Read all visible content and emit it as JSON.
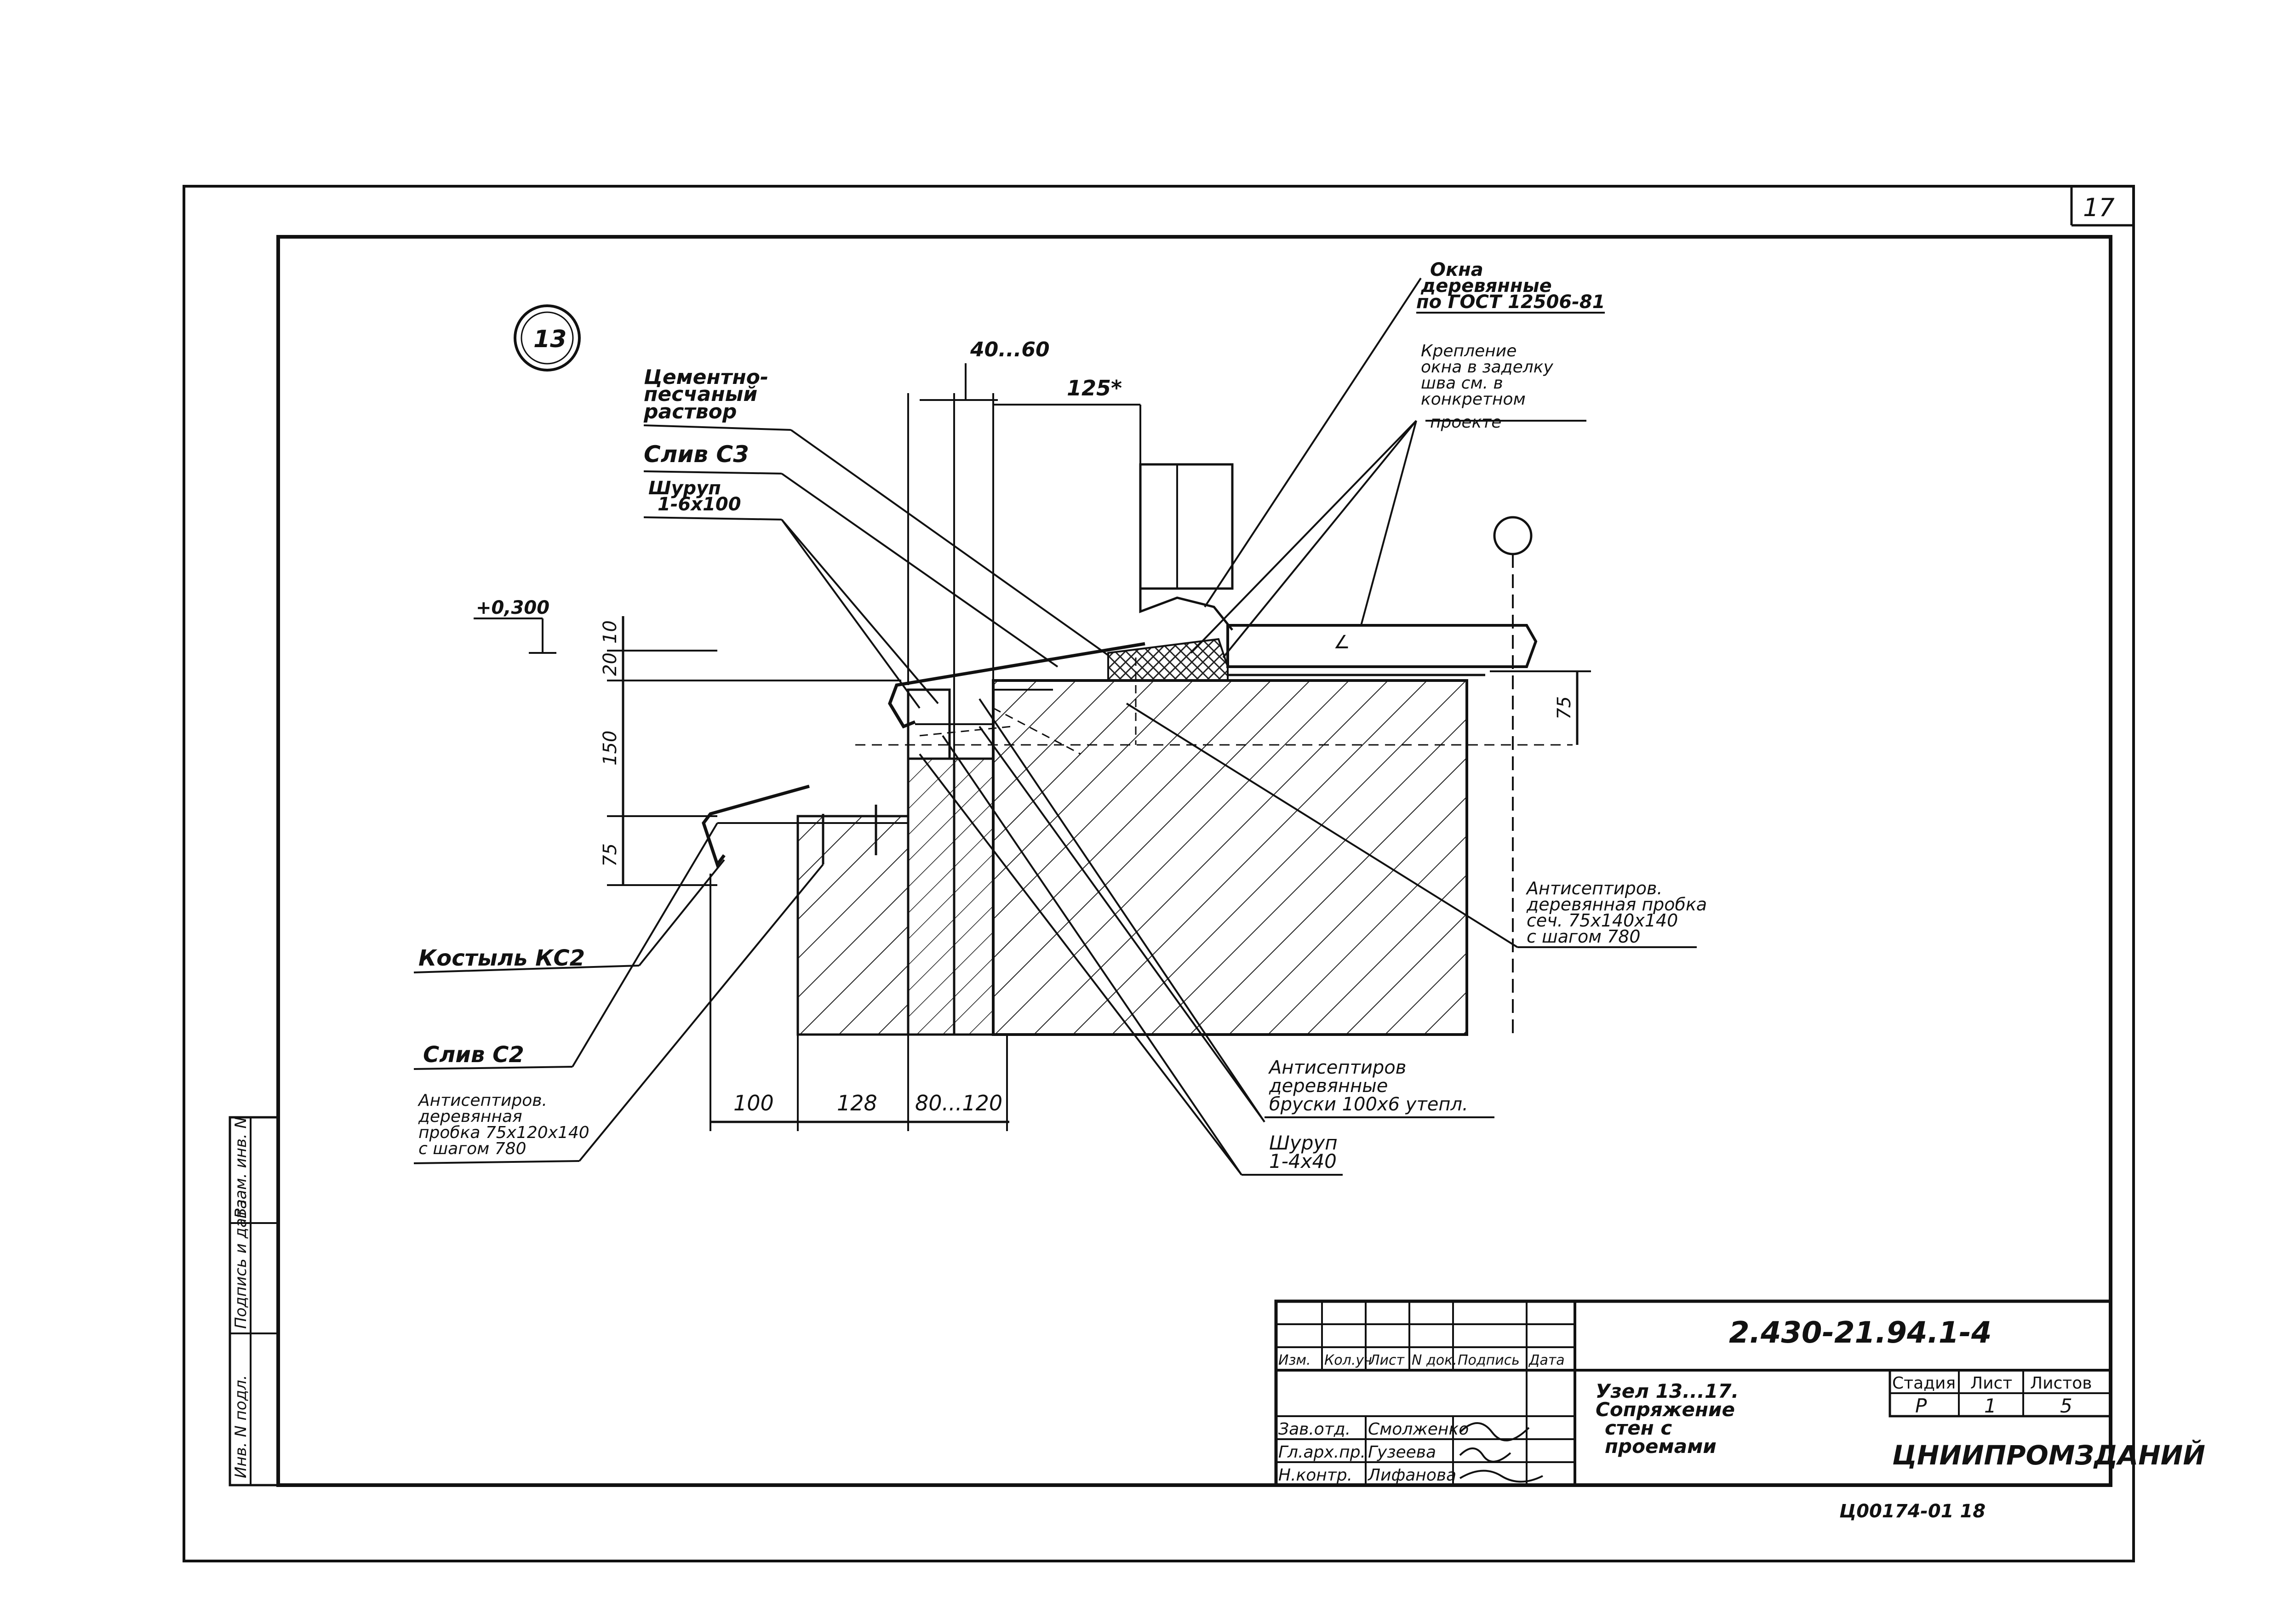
{
  "sheet": {
    "page_number": "17",
    "node_label": "13"
  },
  "dimensions": {
    "top_gap": "40...60",
    "offset": "125*",
    "level": "+0,300",
    "v10": "10",
    "v20": "20",
    "v150": "150",
    "v75": "75",
    "v75_right": "75",
    "b100": "100",
    "b128": "128",
    "b80_120": "80...120"
  },
  "labels": {
    "mortar": [
      "Цементно-",
      "песчаный",
      "раствор"
    ],
    "sill_c3": "Слив С3",
    "screw_top": [
      "Шуруп",
      "1-6х100"
    ],
    "windows": [
      "Окна",
      "деревянные",
      "по ГОСТ 12506-81"
    ],
    "window_fixing": [
      "Крепление",
      "окна в заделку",
      "шва см. в",
      "конкретном",
      "проекте"
    ],
    "crutch": "Костыль КС2",
    "sill_c2": "Слив С2",
    "left_gasket": [
      "Антисептиров.",
      "деревянная",
      "пробка 75х120х140",
      "с шагом 780"
    ],
    "right_gasket": [
      "Антисептиров.",
      "деревянная пробка",
      "сеч. 75х140х140",
      "с шагом 780"
    ],
    "bars": [
      "Антисептиров",
      "деревянные",
      "бруски 100х6 утепл."
    ],
    "screw_bottom": [
      "Шуруп",
      "1-4х40"
    ]
  },
  "title_block": {
    "doc_code": "2.430-21.94.1-4",
    "headers": [
      "Изм.",
      "Кол.уч",
      "Лист",
      "N док.",
      "Подпись",
      "Дата"
    ],
    "signers": [
      {
        "role": "Зав.отд.",
        "name": "Смолженко"
      },
      {
        "role": "Гл.арх.пр.",
        "name": "Гузеева"
      },
      {
        "role": "Н.контр.",
        "name": "Лифанова"
      }
    ],
    "title_lines": [
      "Узел 13...17.",
      "Сопряжение",
      "стен с",
      "проемами"
    ],
    "stage_headers": [
      "Стадия",
      "Лист",
      "Листов"
    ],
    "stage": "Р",
    "sheet_no": "1",
    "sheets_total": "5",
    "org": "ЦНИИПРОМЗДАНИЙ",
    "inventory": "Ц00174-01 18"
  },
  "side_stamp": [
    "Инв. N подл.",
    "Подпись и дата",
    "Взам. инв. N"
  ]
}
